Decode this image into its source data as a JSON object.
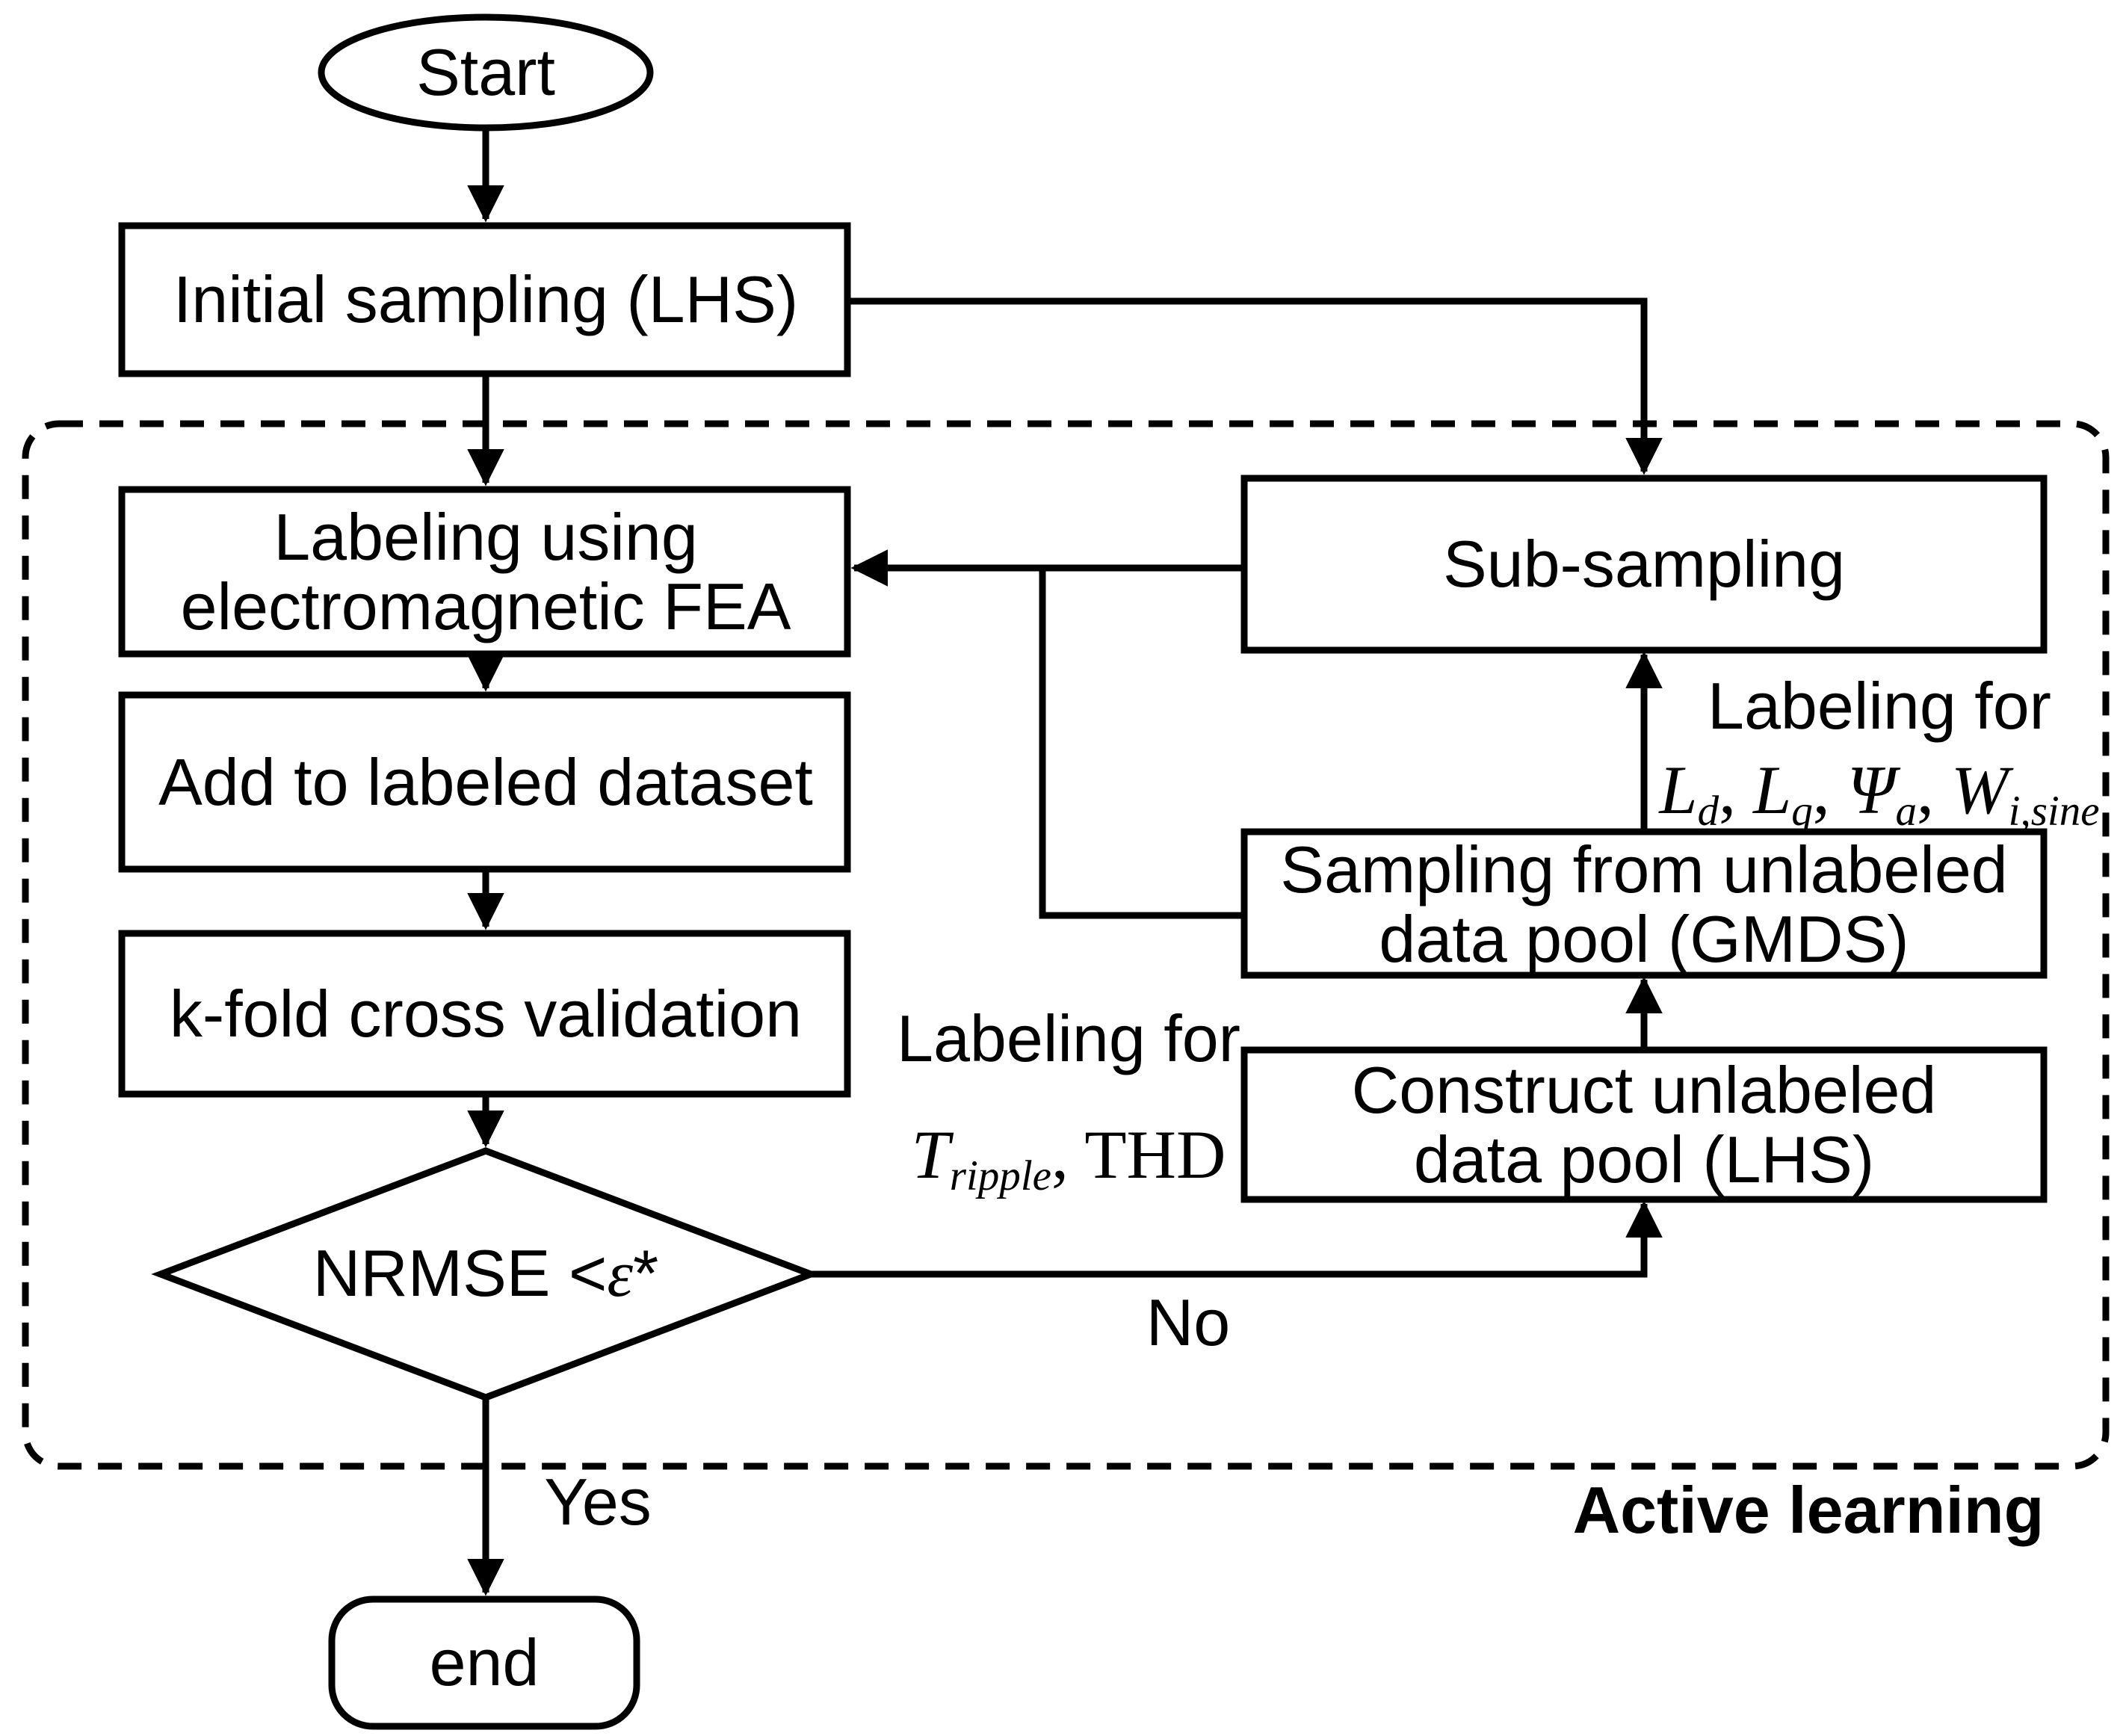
{
  "colors": {
    "ink": "#000000",
    "background": "#ffffff"
  },
  "nodes": {
    "start": {
      "label": "Start"
    },
    "initial_sampling": {
      "label": "Initial sampling (LHS)"
    },
    "labeling_fea": {
      "label": "Labeling using\nelectromagnetic FEA"
    },
    "add_labeled": {
      "label": "Add to labeled dataset"
    },
    "kfold": {
      "label": "k-fold cross validation"
    },
    "nrmse_decision": {
      "label_parts": [
        {
          "t": "NRMSE <"
        },
        {
          "t": "ε",
          "it": true
        },
        {
          "t": "*"
        }
      ]
    },
    "end": {
      "label": "end"
    },
    "sub_sampling": {
      "label": "Sub-sampling"
    },
    "sampling_gmds": {
      "label": "Sampling from unlabeled\ndata pool (GMDS)"
    },
    "construct_pool": {
      "label": "Construct unlabeled\ndata pool (LHS)"
    }
  },
  "edge_labels": {
    "yes": "Yes",
    "no": "No",
    "labeling_right": {
      "intro": "Labeling for",
      "math": [
        {
          "t": "L",
          "sub": "d",
          "it": true
        },
        {
          "t": ", "
        },
        {
          "t": "L",
          "sub": "q",
          "it": true
        },
        {
          "t": ", "
        },
        {
          "t": "Ψ",
          "sub": "a",
          "it": true
        },
        {
          "t": ", "
        },
        {
          "t": "W",
          "sub": "i,sine",
          "it": true
        }
      ]
    },
    "labeling_left": {
      "intro": "Labeling for",
      "math": [
        {
          "t": "T",
          "sub": "ripple",
          "it": true
        },
        {
          "t": ", THD"
        }
      ]
    }
  },
  "container": {
    "label": "Active learning"
  }
}
